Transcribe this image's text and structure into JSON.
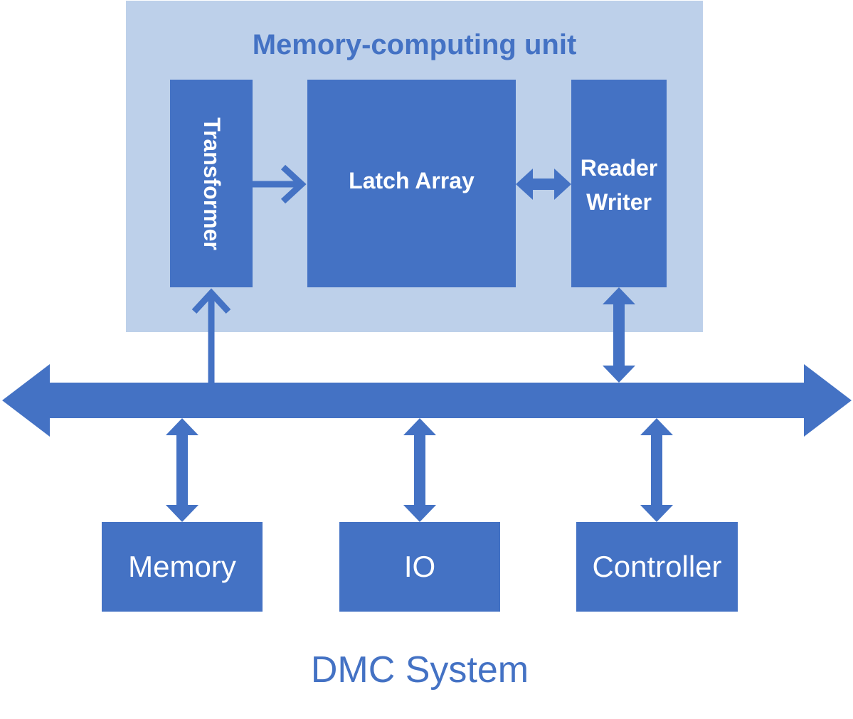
{
  "memory_computing_unit": {
    "title": "Memory-computing unit",
    "transformer_label": "Transformer",
    "latch_array_label": "Latch Array",
    "reader_writer_label": [
      "Reader",
      "Writer"
    ]
  },
  "components": {
    "memory_label": "Memory",
    "io_label": "IO",
    "controller_label": "Controller"
  },
  "system_title": "DMC System",
  "colors": {
    "block": "#4472c4",
    "unit_background": "#bdd0ea",
    "text_accent": "#4472c4"
  }
}
